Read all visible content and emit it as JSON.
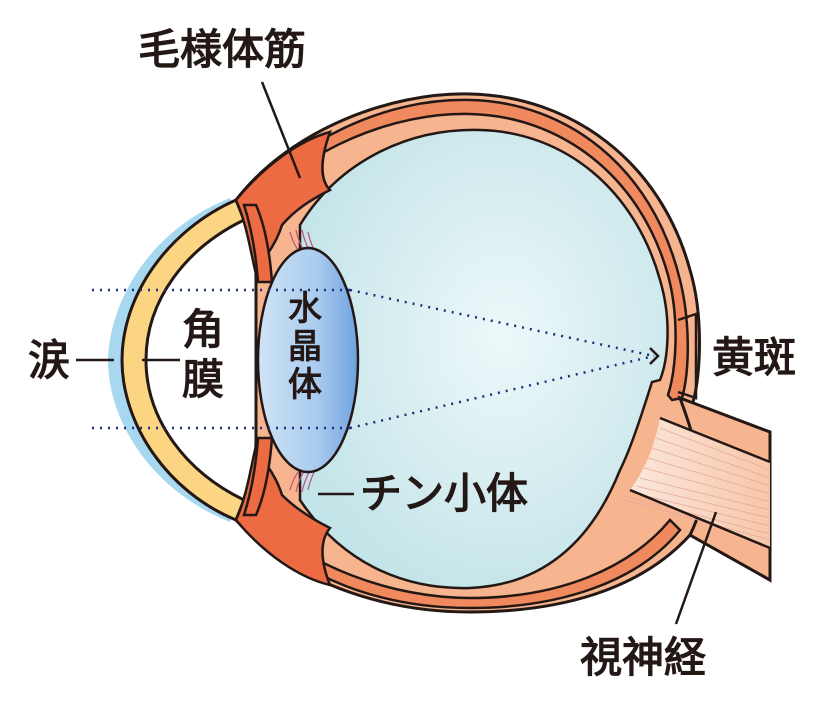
{
  "labels": {
    "ciliary_muscle": "毛様体筋",
    "tears": "涙",
    "cornea_1": "角",
    "cornea_2": "膜",
    "lens_1": "水",
    "lens_2": "晶",
    "lens_3": "体",
    "macula": "黄斑",
    "zonule": "チン小体",
    "optic_nerve": "視神経"
  },
  "colors": {
    "outline": "#231815",
    "sclera": "#f6b48f",
    "muscle": "#ec6b43",
    "choroid": "#f08a5e",
    "cornea": "#fbd582",
    "tear_film": "#a8d8ef",
    "vitreous": "#c5e6ea",
    "lens": "#a7cdee",
    "dotted_line": "#1d2e7a",
    "zonule_fiber": "#c0507a"
  }
}
